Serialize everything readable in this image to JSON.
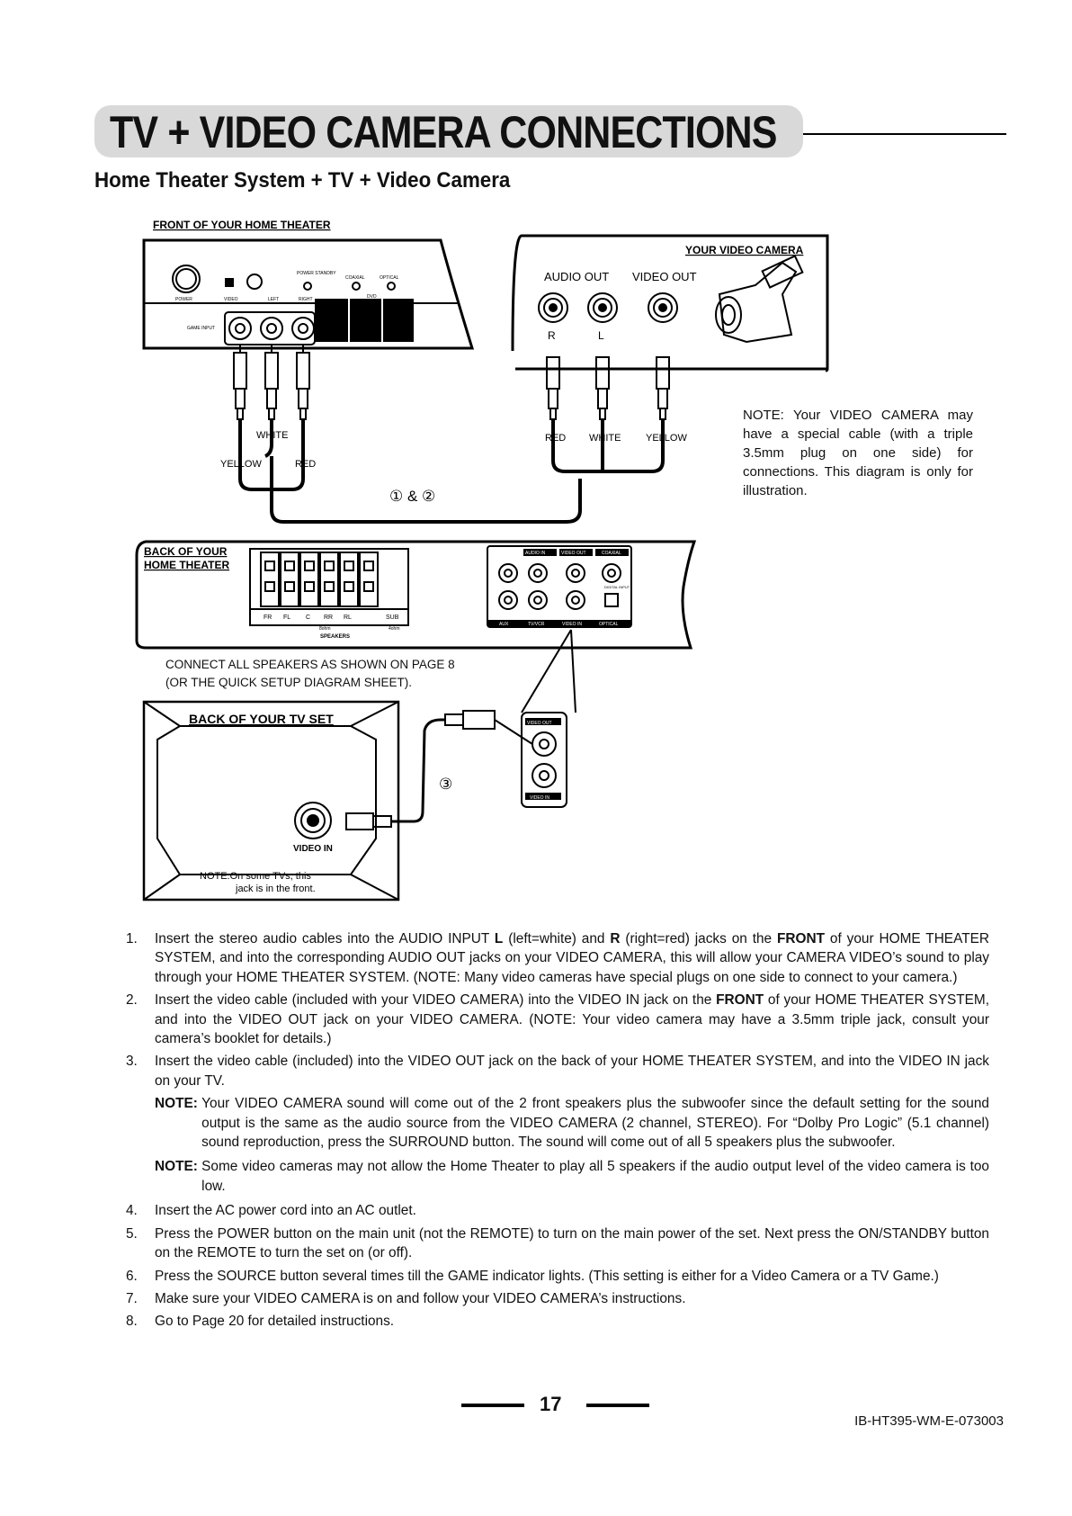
{
  "page": {
    "title": "TV + VIDEO CAMERA CONNECTIONS",
    "subtitle": "Home Theater System + TV + Video Camera",
    "page_number": "17",
    "doc_id": "IB-HT395-WM-E-073003"
  },
  "diagram": {
    "front_label": "FRONT OF YOUR HOME THEATER",
    "front_power": "POWER",
    "front_power_standby": "POWER STANDBY",
    "front_coaxial": "COAXIAL",
    "front_optical": "OPTICAL",
    "front_dvd": "DVD",
    "front_game_input": "GAME INPUT",
    "front_jack_labels": [
      "VIDEO",
      "LEFT",
      "RIGHT"
    ],
    "camera_label": "YOUR VIDEO CAMERA",
    "audio_out": "AUDIO OUT",
    "video_out": "VIDEO OUT",
    "r": "R",
    "l": "L",
    "yellow": "YELLOW",
    "white": "WHITE",
    "red": "RED",
    "steps_12": "① & ②",
    "step_3": "③",
    "back_label_1": "BACK OF YOUR",
    "back_label_2": "HOME THEATER",
    "speaker_names": [
      "FR",
      "FL",
      "C",
      "RR",
      "RL",
      "SUB"
    ],
    "ohm_main": "8ohm",
    "ohm_sub": "4ohm",
    "speakers": "SPEAKERS",
    "audio_in": "AUDIO IN",
    "video_out_panel": "VIDEO OUT",
    "coaxial_panel": "COAXIAL",
    "digital_input": "DIGITAL INPUT",
    "aux": "AUX",
    "tv_vcr": "TV/VCR",
    "video_in_panel": "VIDEO IN",
    "optical_panel": "OPTICAL",
    "inset_video_out": "VIDEO OUT",
    "inset_video_in": "VIDEO IN",
    "tv_label": "BACK OF YOUR TV SET",
    "tv_video_in": "VIDEO IN",
    "tv_note_1": "NOTE:On some TVs, this",
    "tv_note_2": "jack is in the front."
  },
  "camera_note": "NOTE: Your VIDEO CAMERA may have a special cable (with a triple 3.5mm plug on one side) for connections. This diagram is only for illustration.",
  "connect_note": {
    "line1": "CONNECT ALL SPEAKERS AS SHOWN ON PAGE 8",
    "line2": "(OR THE QUICK SETUP DIAGRAM SHEET)."
  },
  "instructions": {
    "i1_num": "1.",
    "i1_a": "Insert the stereo audio cables into the AUDIO INPUT ",
    "i1_b": "L",
    "i1_c": " (left=white) and ",
    "i1_d": "R",
    "i1_e": " (right=red) jacks on the ",
    "i1_f": "FRONT",
    "i1_g": " of your HOME THEATER SYSTEM, and into the corresponding AUDIO OUT jacks on your VIDEO CAMERA, this will allow your CAMERA VIDEO’s sound to play through your HOME THEATER SYSTEM. (NOTE: Many video cameras have special plugs on one side to connect to your camera.)",
    "i2_num": "2.",
    "i2_a": "Insert the video cable (included with your VIDEO CAMERA) into the VIDEO IN jack on the ",
    "i2_b": "FRONT",
    "i2_c": " of your HOME THEATER SYSTEM, and into the VIDEO OUT jack on your VIDEO CAMERA. (NOTE: Your video camera may have a 3.5mm triple jack, consult your camera’s booklet for details.)",
    "i3_num": "3.",
    "i3": "Insert the video cable (included) into the VIDEO OUT jack on the back of your HOME THEATER SYSTEM, and into the VIDEO IN jack on your TV.",
    "note1_label": "NOTE",
    "note1_colon": ": ",
    "note1": "Your VIDEO CAMERA sound will come out of the 2 front speakers plus the subwoofer since the default setting for the sound output is the same as the audio source from the VIDEO CAMERA (2 channel, STEREO). For “Dolby Pro Logic” (5.1 channel) sound reproduction, press the SURROUND button. The sound will come out of all 5 speakers plus the subwoofer.",
    "note2_label": "NOTE: ",
    "note2": "Some video cameras may not allow the Home Theater to play all 5 speakers if the audio output level of the video camera is too low.",
    "i4_num": "4.",
    "i4": "Insert the AC power cord into an AC outlet.",
    "i5_num": "5.",
    "i5": "Press the POWER button on the main unit (not the REMOTE) to turn on the main power of the set. Next press the ON/STANDBY button on the REMOTE to turn the set on (or off).",
    "i6_num": "6.",
    "i6": "Press the SOURCE button several times till the GAME indicator lights. (This setting is either for a Video Camera or a TV Game.)",
    "i7_num": "7.",
    "i7": "Make sure your VIDEO CAMERA is on and follow your VIDEO CAMERA’s instructions.",
    "i8_num": "8.",
    "i8": "Go to Page 20 for detailed instructions."
  }
}
